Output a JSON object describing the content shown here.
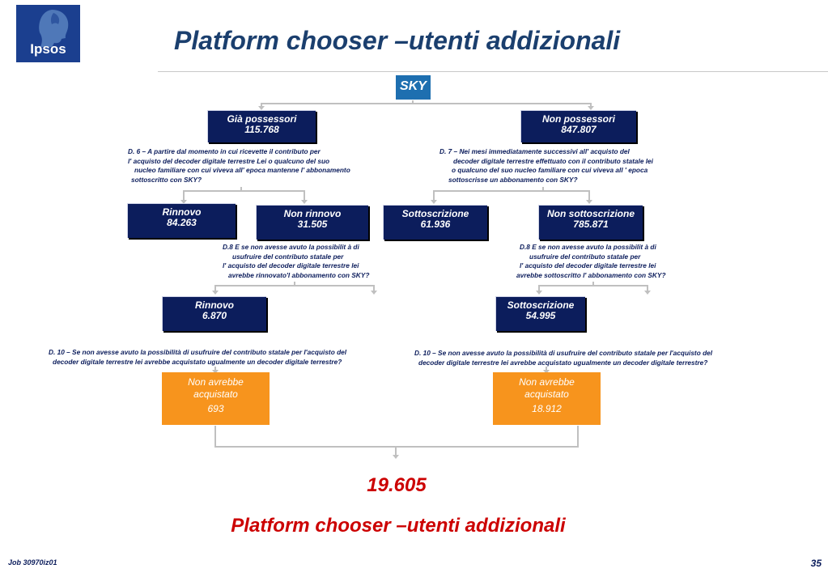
{
  "logo": {
    "text": "Ipsos"
  },
  "header": {
    "title": "Platform chooser –utenti addizionali"
  },
  "sky_logo": {
    "text": "SKY"
  },
  "nodes": {
    "gia_possessori": {
      "label": "Già possessori",
      "value": "115.768"
    },
    "non_possessori": {
      "label": "Non  possessori",
      "value": "847.807"
    },
    "rinnovo": {
      "label": "Rinnovo",
      "value": "84.263"
    },
    "non_rinnovo": {
      "label": "Non rinnovo",
      "value": "31.505"
    },
    "sottoscrizione": {
      "label": "Sottoscrizione",
      "value": "61.936"
    },
    "non_sottoscrizione": {
      "label": "Non sottoscrizione",
      "value": "785.871"
    },
    "rinnovo2": {
      "label": "Rinnovo",
      "value": "6.870"
    },
    "sottoscrizione2": {
      "label": "Sottoscrizione",
      "value": "54.995"
    },
    "non_avrebbe_left": {
      "line1": "Non avrebbe",
      "line2": "acquistato",
      "value": "693"
    },
    "non_avrebbe_right": {
      "line1": "Non avrebbe",
      "line2": "acquistato",
      "value": "18.912"
    }
  },
  "questions": {
    "d6": {
      "l1": "D. 6   –        A partire dal momento in cui ricevette il contributo per",
      "l2": "l'        acquisto del decoder digitale terrestre Lei o qualcuno del suo",
      "l3": "nucleo familiare con cui viveva all'  epoca mantenne l'  abbonamento",
      "l4": "sottoscritto con SKY?"
    },
    "d7": {
      "l1": "D. 7   –      Nei mesi immediatamente successivi all' acquisto  del",
      "l2": "decoder digitale terrestre effettuato con il contributo statale lei",
      "l3": "o qualcuno del suo nucleo familiare con cui viveva all ' epoca",
      "l4": "sottoscrisse un abbonamento con SKY?"
    },
    "d8_left": {
      "l1": "D.8      E se non avesse avuto la possibilit à  di",
      "l2": "usufruire del contributo  statale  per",
      "l3": "l'     acquisto del decoder digitale terrestre lei",
      "l4": "avrebbe rinnovato'l    abbonamento con SKY?"
    },
    "d8_right": {
      "l1": "D.8      E se non avesse avuto la possibilit à  di",
      "l2": "usufruire del contributo  statale  per",
      "l3": "l'     acquisto del decoder digitale terrestre lei",
      "l4": "avrebbe sottoscritto l'     abbonamento con SKY?"
    },
    "d10_left": {
      "l1": "D. 10  –          Se non avesse avuto la possibilità di usufruire del contributo statale  per  l'acquisto del",
      "l2": "decoder digitale terrestre lei avrebbe acquistato ugualmente un decoder digitale terrestre?"
    },
    "d10_right": {
      "l1": "D. 10  –          Se non avesse avuto la possibilità di usufruire del contributo statale  per  l'acquisto del",
      "l2": "decoder digitale terrestre lei avrebbe acquistato ugualmente un decoder digitale terrestre?"
    }
  },
  "total": "19.605",
  "bottom_title": "Platform chooser –utenti addizionali",
  "footer": {
    "job": "Job 30970iz01",
    "page": "35"
  },
  "colors": {
    "navy": "#0c1d5c",
    "orange": "#f7941d",
    "red": "#cc0000",
    "title_blue": "#1b3f6e"
  }
}
